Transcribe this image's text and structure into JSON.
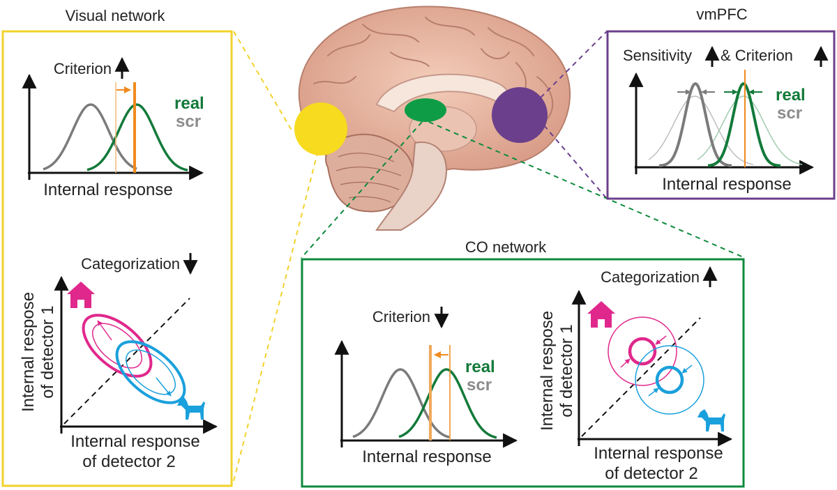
{
  "colors": {
    "visual_yellow": "#F2D22B",
    "vmpfc_purple": "#6B3F8C",
    "co_green": "#0E8A3C",
    "real_green": "#137A3A",
    "scr_gray": "#7B7B7B",
    "criterion_orange": "#F08A1E",
    "house_magenta": "#E0288C",
    "dog_cyan": "#1AA0DC"
  },
  "visual_network": {
    "title": "Visual network",
    "top": {
      "heading": "Criterion",
      "arrow": "up",
      "legend_real": "real",
      "legend_scr": "scr",
      "xlabel": "Internal response"
    },
    "bottom": {
      "heading": "Categorization",
      "arrow": "down",
      "ylabel_1": "Internal respose",
      "ylabel_2": "of detector 1",
      "xlabel_1": "Internal response",
      "xlabel_2": "of detector 2",
      "house_icon": "house-icon",
      "dog_icon": "dog-icon"
    }
  },
  "vmpfc": {
    "title": "vmPFC",
    "heading_1": "Sensitivity",
    "heading_2": "& Criterion",
    "arrow_1": "up",
    "arrow_2": "up",
    "legend_real": "real",
    "legend_scr": "scr",
    "xlabel": "Internal response"
  },
  "co_network": {
    "title": "CO network",
    "left": {
      "heading": "Criterion",
      "arrow": "down",
      "legend_real": "real",
      "legend_scr": "scr",
      "xlabel": "Internal response"
    },
    "right": {
      "heading": "Categorization",
      "arrow": "up",
      "ylabel_1": "Internal respose",
      "ylabel_2": "of detector 1",
      "xlabel_1": "Internal response",
      "xlabel_2": "of detector 2",
      "house_icon": "house-icon",
      "dog_icon": "dog-icon"
    }
  }
}
